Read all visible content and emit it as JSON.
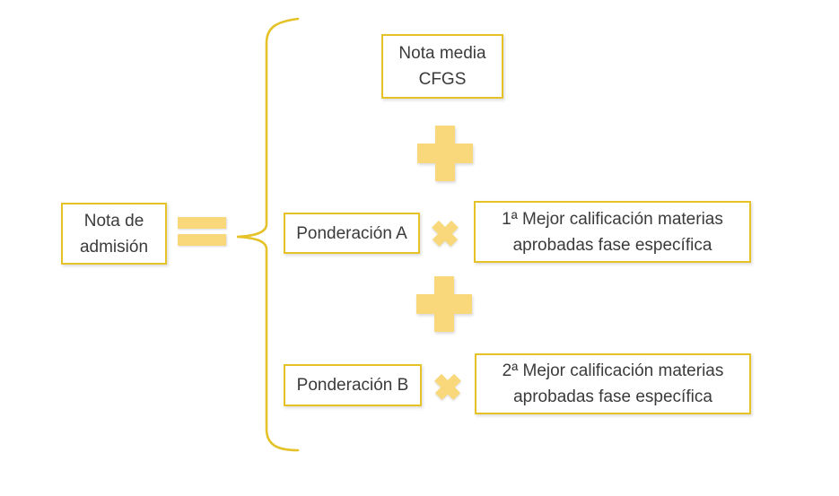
{
  "colors": {
    "box_border": "#e4c228",
    "symbol_fill": "#f8d87a",
    "brace_stroke": "#e4c228",
    "text": "#3b3b3b",
    "background": "#ffffff"
  },
  "icons": {
    "equals": "equals-icon",
    "plus": "plus-icon",
    "multiply": "multiply-icon",
    "brace": "left-curly-brace-icon"
  },
  "formula": {
    "result": {
      "line1": "Nota de",
      "line2": "admisión"
    },
    "terms": {
      "cfgs": {
        "line1": "Nota media",
        "line2": "CFGS"
      },
      "row_a": {
        "weight": "Ponderación A",
        "grade_line1": "1ª Mejor calificación materias",
        "grade_line2": "aprobadas fase específica"
      },
      "row_b": {
        "weight": "Ponderación B",
        "grade_line1": "2ª Mejor calificación materias",
        "grade_line2": "aprobadas fase específica"
      }
    }
  }
}
